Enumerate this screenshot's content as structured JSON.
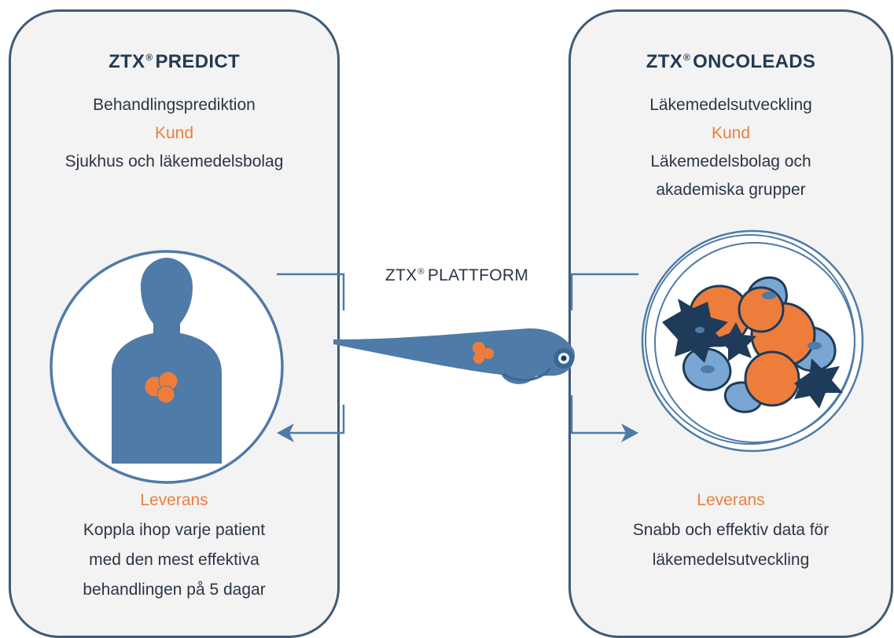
{
  "left_panel": {
    "title_brand": "ZTX",
    "title_mark": "®",
    "title_product": "PREDICT",
    "subtitle": "Behandlingsprediktion",
    "customer_label": "Kund",
    "customer": "Sjukhus och läkemedelsbolag",
    "delivery_label": "Leverans",
    "delivery_lines": [
      "Koppla ihop varje patient",
      "med den mest effektiva",
      "behandlingen på 5 dagar"
    ]
  },
  "right_panel": {
    "title_brand": "ZTX",
    "title_mark": "®",
    "title_product": "ONCOLEADS",
    "subtitle": "Läkemedelsutveckling",
    "customer_label": "Kund",
    "customer_lines": [
      "Läkemedelsbolag och",
      "akademiska grupper"
    ],
    "delivery_label": "Leverans",
    "delivery_lines": [
      "Snabb och effektiv data för",
      "läkemedelsutveckling"
    ]
  },
  "center": {
    "brand": "ZTX",
    "mark": "®",
    "label": "PLATTFORM"
  },
  "colors": {
    "border": "#3f5a74",
    "blue": "#4e7ba8",
    "light_blue": "#7aa6d3",
    "dark_navy": "#1f3b5a",
    "orange": "#ee7d3b",
    "panel_bg": "#f3f3f3"
  },
  "icons": [
    "patient-silhouette-icon",
    "zebrafish-icon",
    "tumor-cells-icon",
    "arrow-left-icon",
    "arrow-right-icon"
  ]
}
